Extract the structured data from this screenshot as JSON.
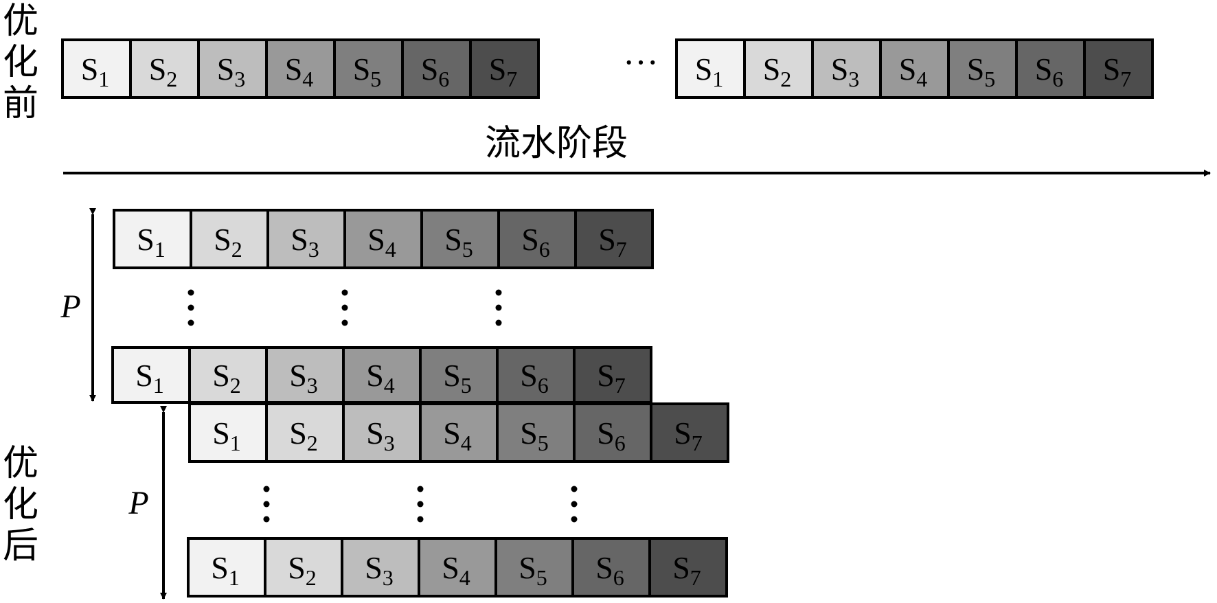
{
  "labels": {
    "before": "优化前",
    "after": "优化后",
    "axis": "流水阶段",
    "p_top": "P",
    "p_bottom": "P",
    "ellipsis": "···"
  },
  "stages": [
    {
      "main": "S",
      "sub": "1"
    },
    {
      "main": "S",
      "sub": "2"
    },
    {
      "main": "S",
      "sub": "3"
    },
    {
      "main": "S",
      "sub": "4"
    },
    {
      "main": "S",
      "sub": "5"
    },
    {
      "main": "S",
      "sub": "6"
    },
    {
      "main": "S",
      "sub": "7"
    }
  ],
  "colors": {
    "fills": [
      "#f2f2f2",
      "#d9d9d9",
      "#bdbdbd",
      "#999999",
      "#7f7f7f",
      "#666666",
      "#4d4d4d"
    ],
    "stroke": "#000000"
  }
}
